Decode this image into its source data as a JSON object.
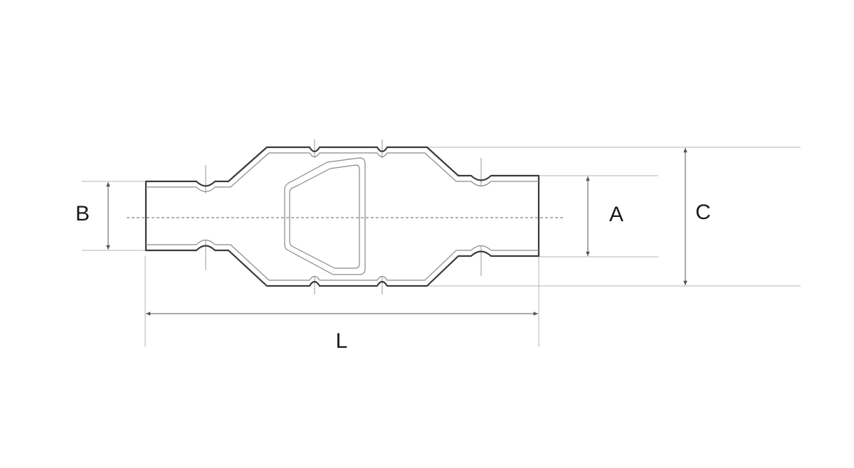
{
  "diagram": {
    "labels": {
      "a": "A",
      "b": "B",
      "c": "C",
      "l": "L"
    },
    "colors": {
      "outline": "#3a3a3a",
      "inner": "#8a8a8a",
      "dimension": "#555555",
      "background": "#ffffff"
    }
  }
}
